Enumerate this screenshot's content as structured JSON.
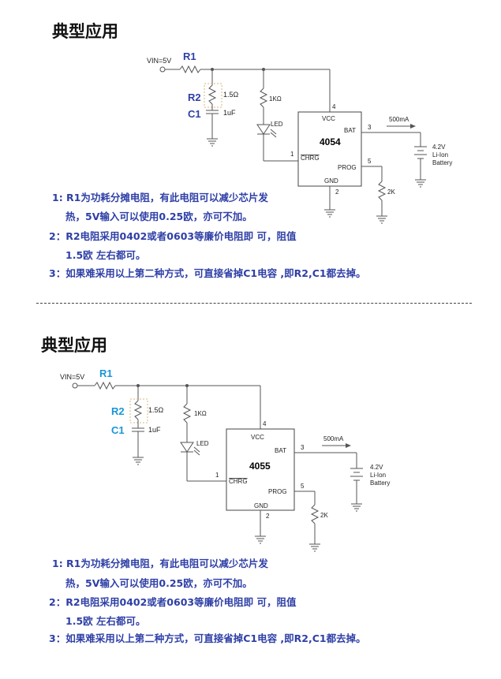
{
  "sections": [
    {
      "title": "典型应用",
      "chip": "4054",
      "label_style": "blue",
      "notes": [
        "1: R1为功耗分摊电阻，有此电阻可以减少芯片发",
        "热，5V输入可以使用0.25欧，亦可不加。",
        "2：R2电阻采用0402或者0603等廉价电阻即 可，阻值",
        "1.5欧 左右都可。",
        "3：如果难采用以上第二种方式，可直接省掉C1电容 ,即R2,C1都去掉。"
      ]
    },
    {
      "title": "典型应用",
      "chip": "4055",
      "label_style": "cyan",
      "notes": [
        "1: R1为功耗分摊电阻，有此电阻可以减少芯片发",
        "热，5V输入可以使用0.25欧，亦可不加。",
        "2：R2电阻采用0402或者0603等廉价电阻即 可，阻值",
        "1.5欧 左右都可。",
        "3：如果难采用以上第二种方式，可直接省掉C1电容 ,即R2,C1都去掉。"
      ]
    }
  ],
  "schematic": {
    "vin": "VIN=5V",
    "r1": "R1",
    "r2": "R2",
    "c1": "C1",
    "r2_value": "1.5Ω",
    "c1_value": "1uF",
    "led_r_value": "1KΩ",
    "led": "LED",
    "pin_vcc": "VCC",
    "pin_bat": "BAT",
    "pin_prog": "PROG",
    "pin_gnd": "GND",
    "pin_chrg": "CHRG",
    "pin_num_vcc": "4",
    "pin_num_bat": "3",
    "pin_num_prog": "5",
    "pin_num_gnd": "2",
    "pin_num_chrg": "1",
    "current": "500mA",
    "battery_voltage": "4.2V",
    "battery_type": "Li-Ion",
    "battery_label": "Battery",
    "prog_r_value": "2K"
  },
  "colors": {
    "note_text": "#2e3fa6",
    "label_blue": "#2e3fa6",
    "label_cyan": "#1a95d8",
    "wire": "#555555"
  }
}
